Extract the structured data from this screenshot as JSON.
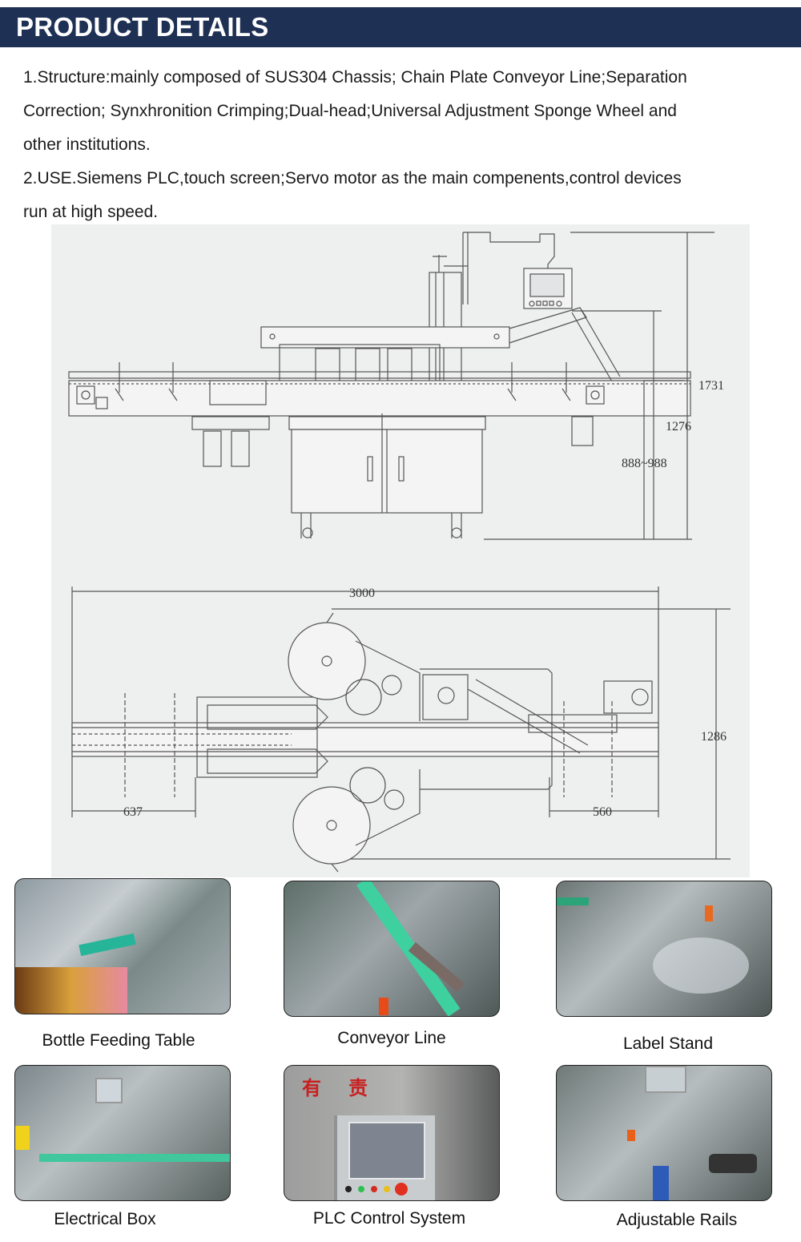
{
  "header": {
    "title": "PRODUCT DETAILS",
    "colors": {
      "banner_bg": "#1e3054",
      "banner_text": "#ffffff"
    }
  },
  "description": {
    "items": [
      {
        "line1": "1.Structure:mainly composed of SUS304 Chassis; Chain Plate Conveyor Line;Separation",
        "line2": "Correction; Synxhronition Crimping;Dual-head;Universal Adjustment Sponge Wheel and",
        "line3": "other institutions."
      },
      {
        "line1": "2.USE.Siemens PLC,touch screen;Servo motor as the main compenents,control devices",
        "line2": "run at high speed."
      }
    ]
  },
  "drawing": {
    "front_view": {
      "dimensions": {
        "total_height": "1731",
        "panel_height": "1276",
        "conveyor_height": "888~988"
      }
    },
    "top_view": {
      "dimensions": {
        "total_length": "3000",
        "width": "1286",
        "infeed_length": "637",
        "outfeed_length": "560"
      }
    }
  },
  "gallery": {
    "items": [
      {
        "caption": "Bottle Feeding Table",
        "photo_icon": "bottle-feeding-table-photo"
      },
      {
        "caption": "Conveyor Line",
        "photo_icon": "conveyor-line-photo"
      },
      {
        "caption": "Label Stand",
        "photo_icon": "label-stand-photo"
      },
      {
        "caption": "Electrical Box",
        "photo_icon": "electrical-box-photo"
      },
      {
        "caption": "PLC Control System",
        "photo_icon": "plc-control-system-photo",
        "signage": [
          "有",
          "责"
        ]
      },
      {
        "caption": "Adjustable Rails",
        "photo_icon": "adjustable-rails-photo"
      }
    ]
  }
}
